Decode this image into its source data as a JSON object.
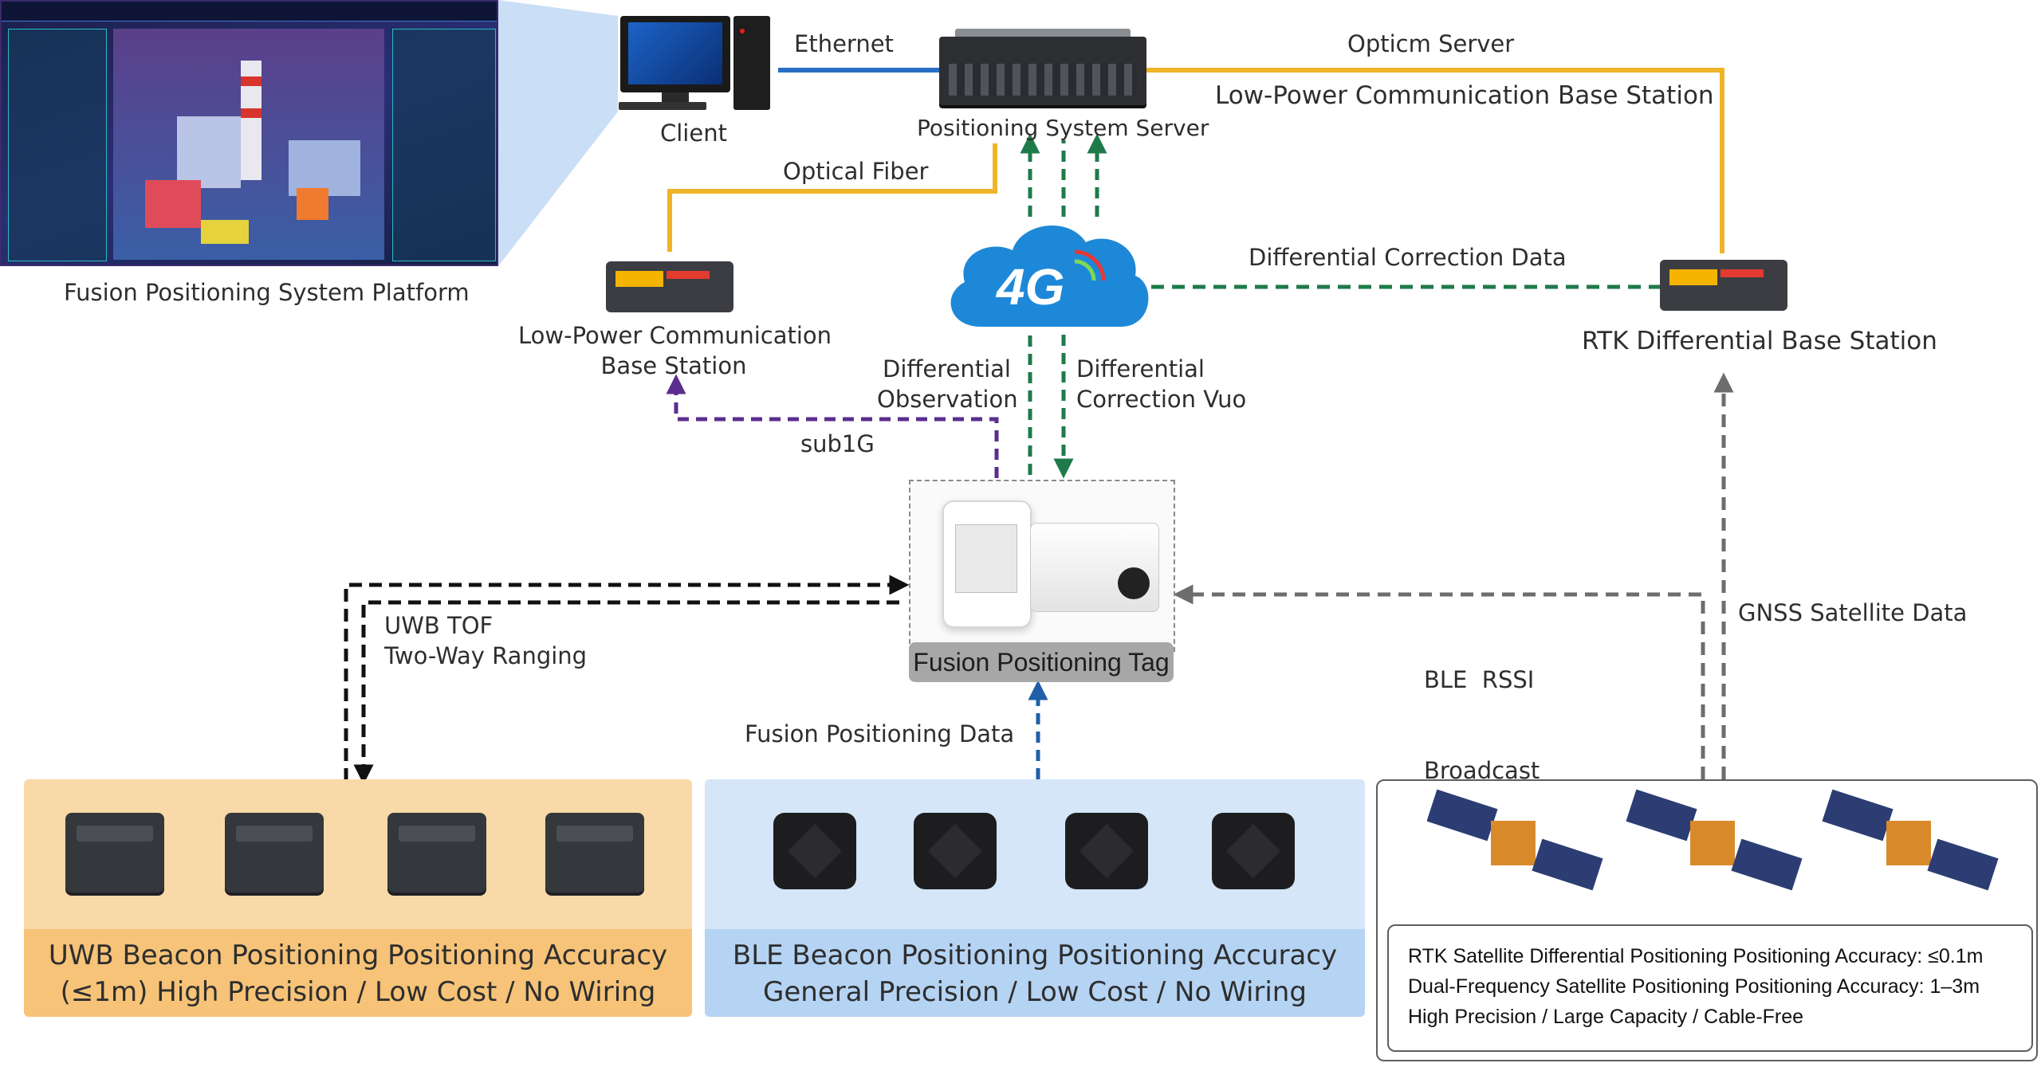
{
  "platform": {
    "caption": "Fusion Positioning System Platform"
  },
  "client": {
    "label": "Client"
  },
  "links": {
    "ethernet": "Ethernet",
    "optic_server": "Opticm Server",
    "optical_fiber": "Optical Fiber",
    "differential_correction_data": "Differential Correction Data",
    "differential_observation": [
      "Differential",
      "Observation"
    ],
    "differential_correction_vuo": [
      "Differential",
      "Correction Vuo"
    ],
    "sub1g": "sub1G",
    "uwb_tof": [
      "UWB TOF",
      "Two-Way Ranging"
    ],
    "ble_rssi": [
      "BLE  RSSI",
      "Broadcast"
    ],
    "gnss_satellite_data": "GNSS Satellite Data",
    "fusion_positioning_data": "Fusion Positioning Data"
  },
  "server": {
    "label": "Positioning System Server"
  },
  "network": {
    "badge": "4G"
  },
  "low_power_top": {
    "label": "Low-Power Communication Base Station"
  },
  "low_power_left": {
    "label_lines": [
      "Low-Power Communication",
      "Base Station"
    ]
  },
  "rtk_station": {
    "label": "RTK Differential Base Station"
  },
  "tag": {
    "label": "Fusion Positioning Tag"
  },
  "panels": {
    "uwb": {
      "lines": [
        "UWB Beacon Positioning Positioning Accuracy",
        "(≤1m) High Precision / Low Cost / No Wiring"
      ]
    },
    "ble": {
      "lines": [
        "BLE Beacon Positioning Positioning Accuracy",
        "General Precision / Low Cost / No Wiring"
      ]
    },
    "gnss": {
      "lines": [
        "RTK Satellite Differential Positioning Positioning Accuracy: ≤0.1m",
        "Dual-Frequency Satellite Positioning Positioning Accuracy: 1–3m",
        "High Precision / Large Capacity / Cable-Free"
      ]
    }
  },
  "colors": {
    "ethernet": "#2a6fc4",
    "fiber": "#f0b429",
    "cellular": "#1f7a4a",
    "sub1g": "#5b2d8e",
    "uwb": "#111111",
    "ble": "#6d6d6d",
    "fusion": "#1f5fa8"
  }
}
